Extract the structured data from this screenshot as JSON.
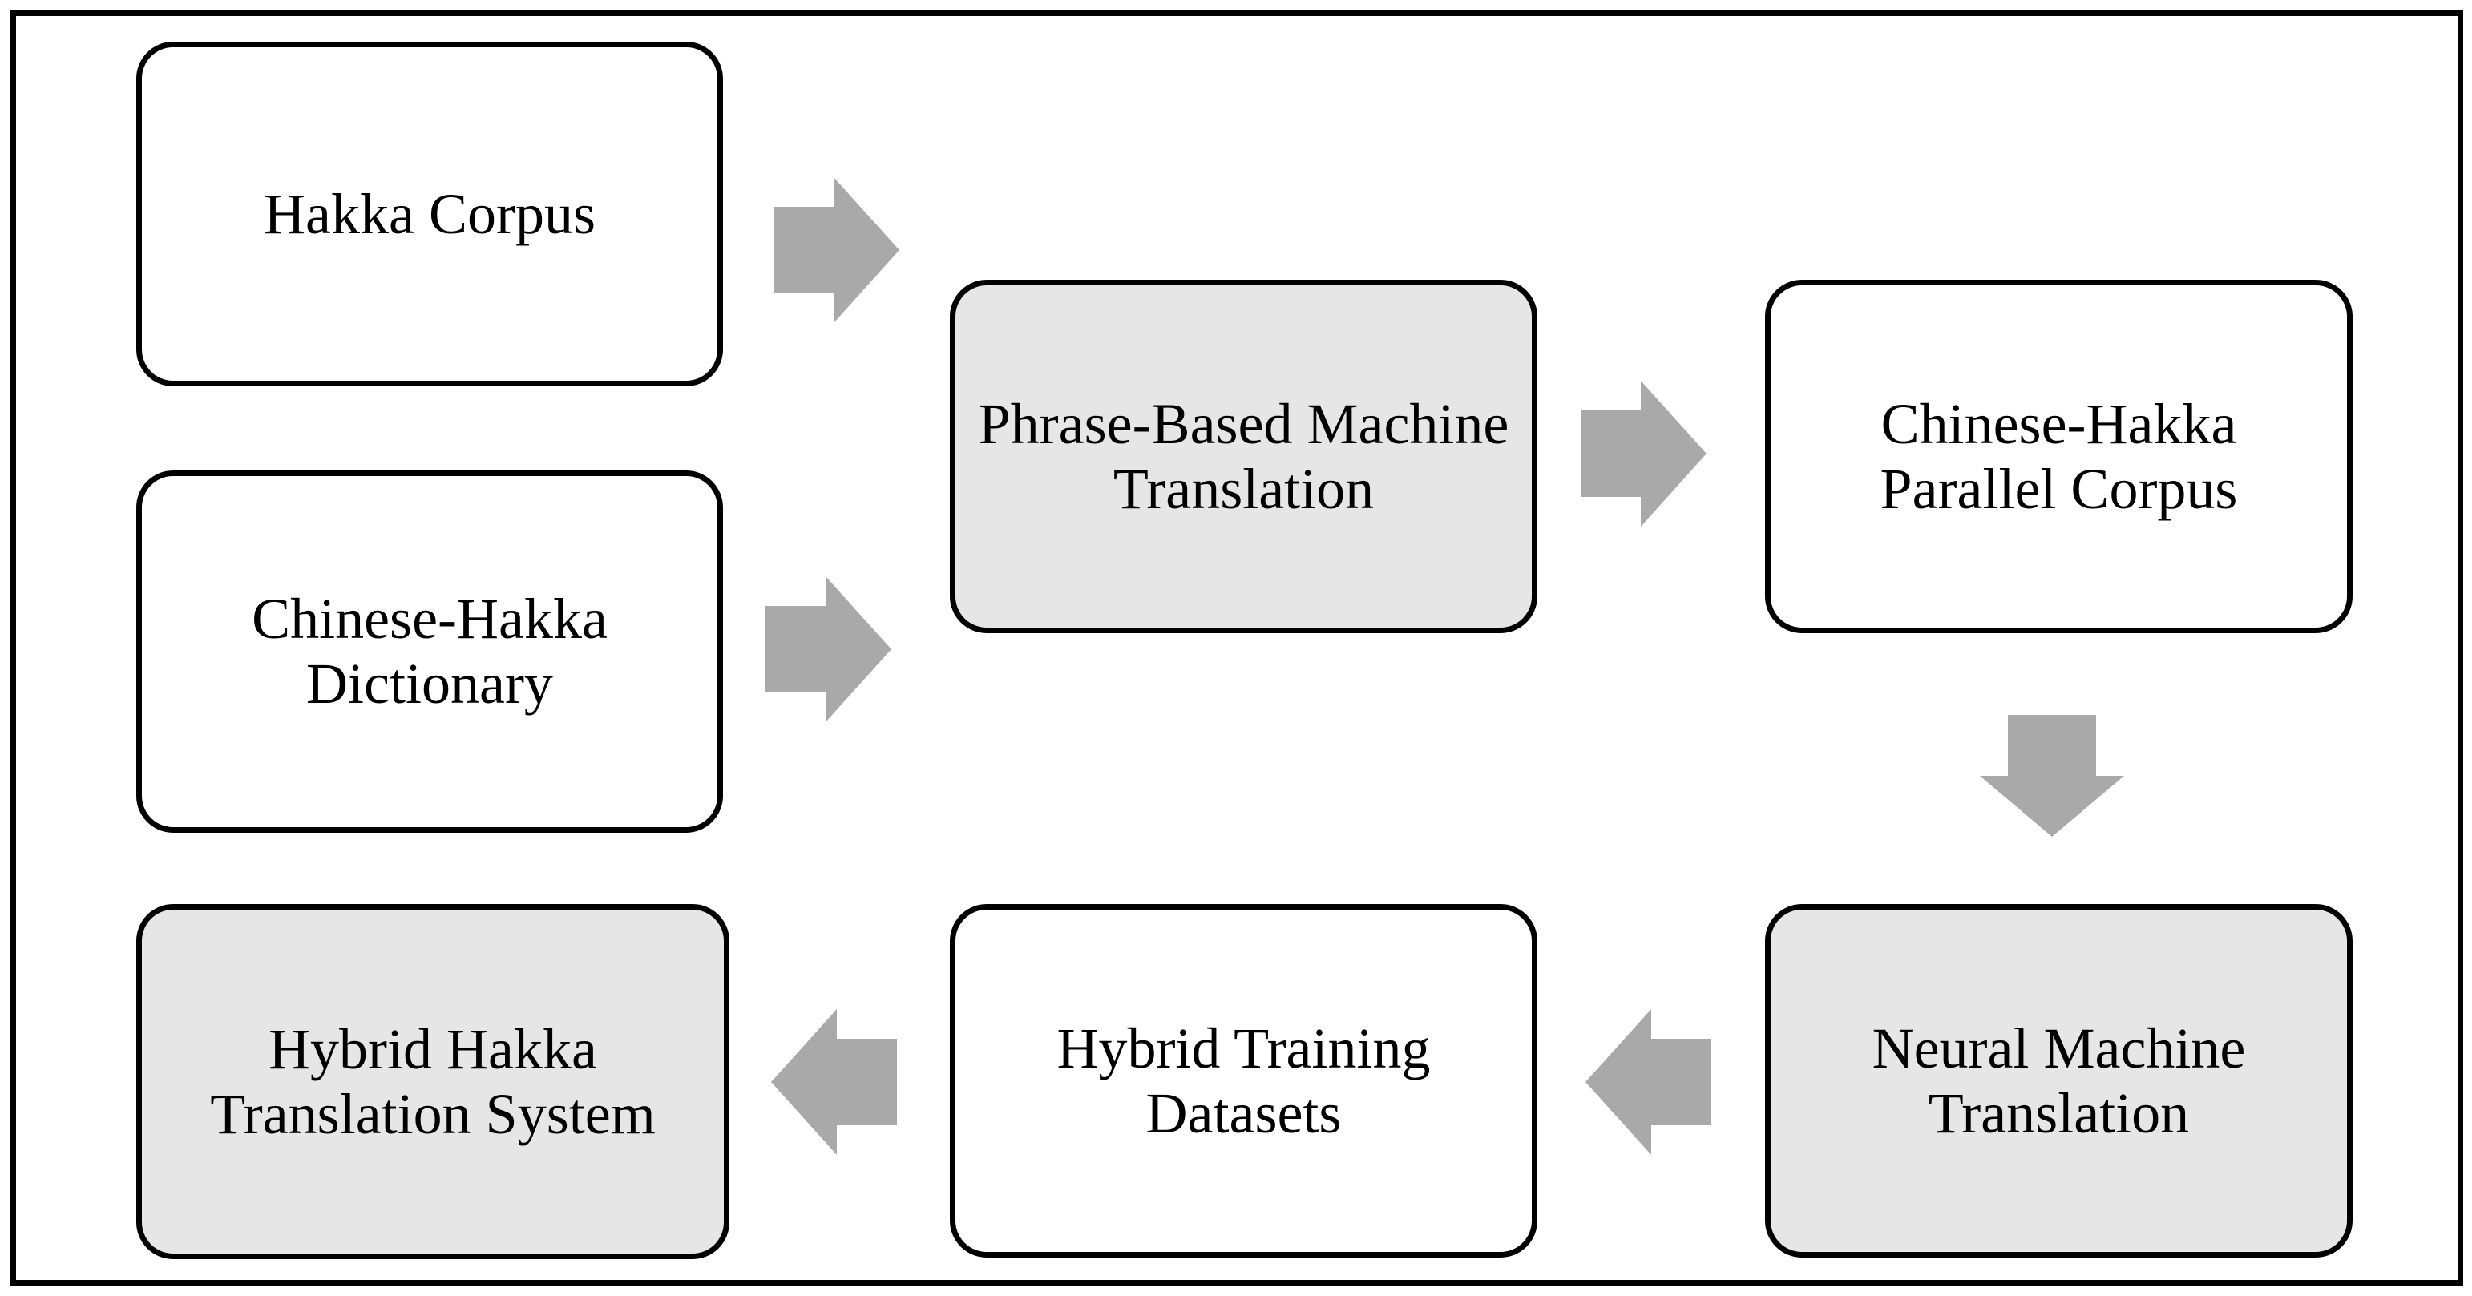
{
  "figure": {
    "title": "Hybrid Hakka translation system flow diagram"
  },
  "colors": {
    "page_bg": "#ffffff",
    "frame_color": "#000000",
    "box_border": "#000000",
    "box_white_fill": "#ffffff",
    "box_gray_fill": "#e7e6e6",
    "arrow_fill": "#a9a9a9",
    "text_color": "#000000"
  },
  "boxes": [
    {
      "id": "hakka-corpus",
      "label": "Hakka Corpus",
      "variant": "white"
    },
    {
      "id": "chinese-hakka-dictionary",
      "label": "Chinese-Hakka\nDictionary",
      "variant": "white"
    },
    {
      "id": "phrase-based-machine-translation",
      "label": "Phrase-Based Machine\nTranslation",
      "variant": "gray"
    },
    {
      "id": "chinese-hakka-parallel-corpus",
      "label": "Chinese-Hakka\nParallel Corpus",
      "variant": "white"
    },
    {
      "id": "neural-machine-translation",
      "label": "Neural Machine\nTranslation",
      "variant": "gray"
    },
    {
      "id": "hybrid-training-datasets",
      "label": "Hybrid Training\nDatasets",
      "variant": "white"
    },
    {
      "id": "hybrid-hakka-translation-system",
      "label": "Hybrid Hakka\nTranslation System",
      "variant": "gray"
    }
  ],
  "arrows": [
    {
      "name": "right-arrow-hakka-corpus-to-pbmt",
      "direction": "right"
    },
    {
      "name": "right-arrow-dictionary-to-pbmt",
      "direction": "right"
    },
    {
      "name": "right-arrow-pbmt-to-parallel-corpus",
      "direction": "right"
    },
    {
      "name": "down-arrow-parallel-corpus-to-nmt",
      "direction": "down"
    },
    {
      "name": "left-arrow-nmt-to-hybrid-training",
      "direction": "left"
    },
    {
      "name": "left-arrow-hybrid-training-to-hybrid-system",
      "direction": "left"
    }
  ]
}
